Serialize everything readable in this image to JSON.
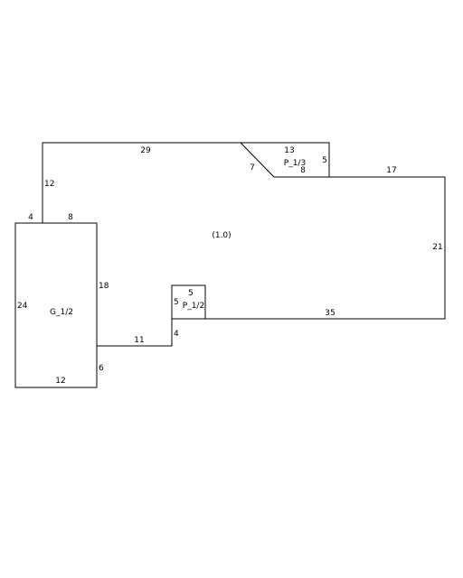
{
  "regions": {
    "main": "(1.0)",
    "garage": "G_1/2",
    "porch_small": "P_1/2",
    "porch_top": "P_1/3"
  },
  "dimensions": {
    "main_top": "29",
    "main_left_upper": "12",
    "main_left_step": "4",
    "main_top_inner": "8",
    "top_diagonal": "7",
    "porch_top_width": "13",
    "porch_top_height": "5",
    "porch_top_bottom": "8",
    "right_upper": "17",
    "right_side": "21",
    "bottom_main": "35",
    "garage_right": "18",
    "garage_left": "24",
    "garage_bottom": "12",
    "garage_step_right": "6",
    "connector_bottom": "11",
    "connector_step": "4",
    "porch_small_top": "5",
    "porch_small_left": "5"
  },
  "colors": {
    "line": "#000000",
    "background": "#ffffff"
  }
}
